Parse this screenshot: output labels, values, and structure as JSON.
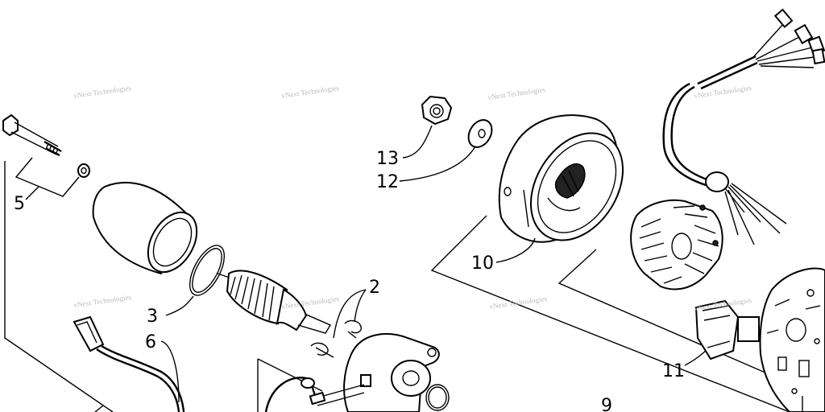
{
  "diagram": {
    "callouts": [
      {
        "id": "c2",
        "label": "2"
      },
      {
        "id": "c3",
        "label": "3"
      },
      {
        "id": "c5",
        "label": "5"
      },
      {
        "id": "c6",
        "label": "6"
      },
      {
        "id": "c9",
        "label": "9"
      },
      {
        "id": "c10",
        "label": "10"
      },
      {
        "id": "c11",
        "label": "11"
      },
      {
        "id": "c12",
        "label": "12"
      },
      {
        "id": "c13",
        "label": "13"
      }
    ],
    "watermark": "vNext Technologies"
  },
  "colors": {
    "ink": "#000000",
    "paper": "#ffffff",
    "watermark": "#b9b9b9"
  }
}
